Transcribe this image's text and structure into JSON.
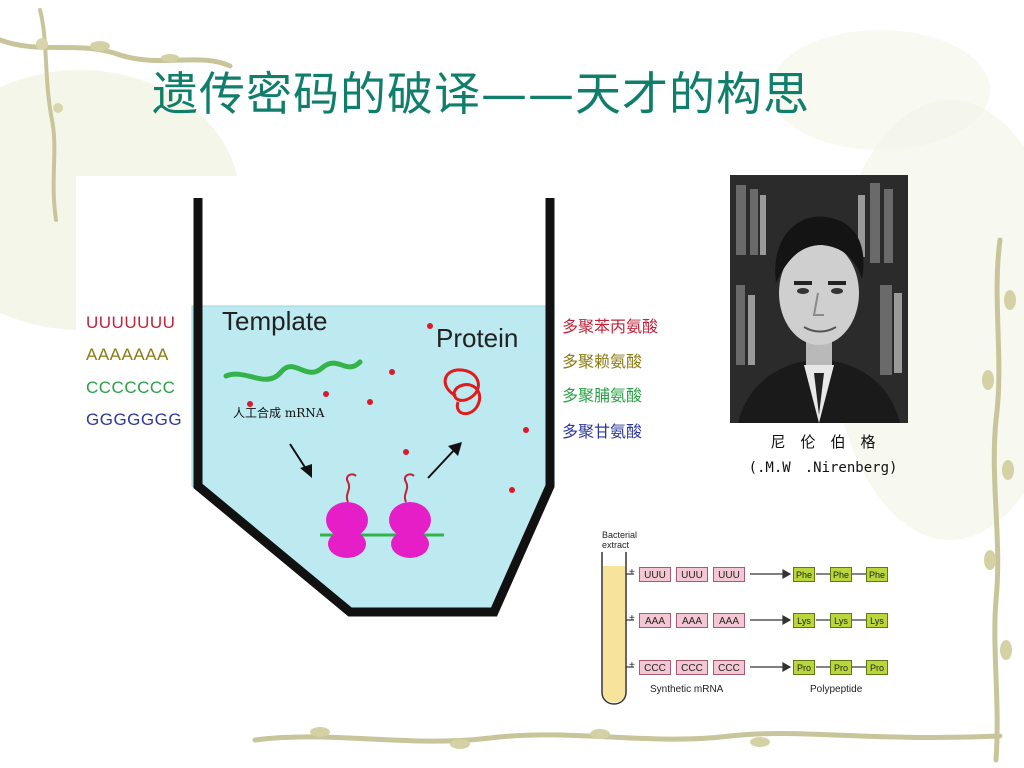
{
  "title": "遗传密码的破译——天才的构思",
  "experiment": {
    "sequences": [
      {
        "text": "UUUUUUU",
        "color": "#c0243a"
      },
      {
        "text": "AAAAAAA",
        "color": "#8a7b12"
      },
      {
        "text": "CCCCCCC",
        "color": "#2aa146"
      },
      {
        "text": "GGGGGGG",
        "color": "#2b3a9a"
      }
    ],
    "products": [
      {
        "text": "多聚苯丙氨酸",
        "color": "#c0243a"
      },
      {
        "text": "多聚赖氨酸",
        "color": "#8a7b12"
      },
      {
        "text": "多聚脯氨酸",
        "color": "#2aa146"
      },
      {
        "text": "多聚甘氨酸",
        "color": "#2b3a9a"
      }
    ],
    "template_label": "Template",
    "protein_label": "Protein",
    "mrna_label": "人工合成 mRNA",
    "colors": {
      "medium": "#bde9f0",
      "ribosome": "#e61ec8",
      "mrna": "#33b34a",
      "protein": "#e01b1b",
      "dots": "#d81b2b"
    }
  },
  "portrait": {
    "name_cn": "尼　伦　伯　格",
    "name_en": "(.M.W　.Nirenberg)"
  },
  "diagram": {
    "extract_label_1": "Bacterial",
    "extract_label_2": "extract",
    "plus": "+",
    "rows": [
      {
        "codons": [
          "UUU",
          "UUU",
          "UUU"
        ],
        "aminos": [
          "Phe",
          "Phe",
          "Phe"
        ]
      },
      {
        "codons": [
          "AAA",
          "AAA",
          "AAA"
        ],
        "aminos": [
          "Lys",
          "Lys",
          "Lys"
        ]
      },
      {
        "codons": [
          "CCC",
          "CCC",
          "CCC"
        ],
        "aminos": [
          "Pro",
          "Pro",
          "Pro"
        ]
      }
    ],
    "synthetic_label": "Synthetic mRNA",
    "polypeptide_label": "Polypeptide"
  }
}
